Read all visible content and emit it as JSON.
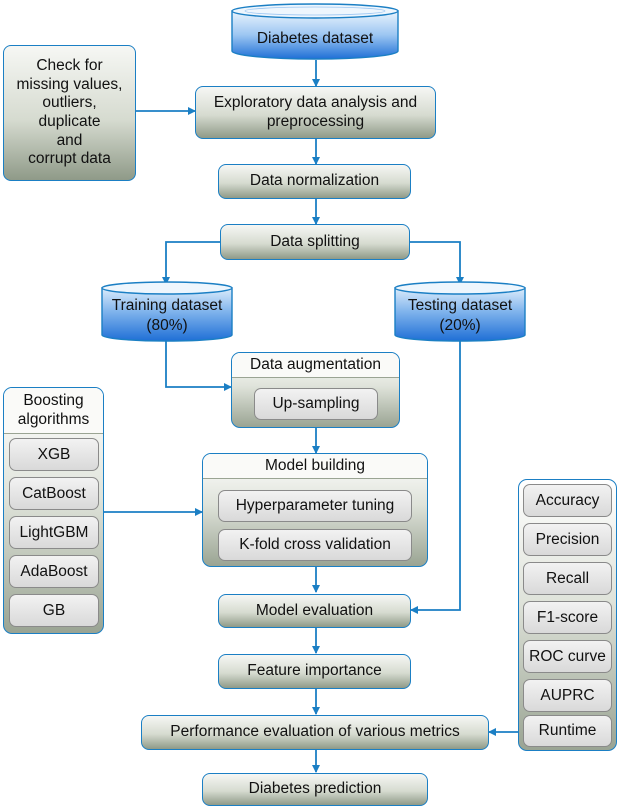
{
  "nodes": {
    "diabetes_dataset": "Diabetes dataset",
    "check": [
      "Check for",
      "missing values,",
      "outliers,",
      "duplicate",
      "and",
      "corrupt data"
    ],
    "eda": [
      "Exploratory data analysis and",
      "preprocessing"
    ],
    "normalization": "Data normalization",
    "splitting": "Data splitting",
    "training": [
      "Training dataset",
      "(80%)"
    ],
    "testing": [
      "Testing dataset",
      "(20%)"
    ],
    "augmentation": {
      "title": "Data augmentation",
      "items": [
        "Up-sampling"
      ]
    },
    "boosting": {
      "title": [
        "Boosting",
        "algorithms"
      ],
      "items": [
        "XGB",
        "CatBoost",
        "LightGBM",
        "AdaBoost",
        "GB"
      ]
    },
    "model_building": {
      "title": "Model building",
      "items": [
        "Hyperparameter tuning",
        "K-fold cross validation"
      ]
    },
    "metrics": {
      "items": [
        "Accuracy",
        "Precision",
        "Recall",
        "F1-score",
        "ROC curve",
        "AUPRC",
        "Runtime"
      ]
    },
    "evaluation": "Model evaluation",
    "feature_importance": "Feature importance",
    "performance": "Performance evaluation of various metrics",
    "prediction": "Diabetes prediction"
  },
  "colors": {
    "connector": "#1b7fc4",
    "cylinder_top": "#eaf4fd",
    "cylinder_bottom": "#1f6fd6"
  }
}
